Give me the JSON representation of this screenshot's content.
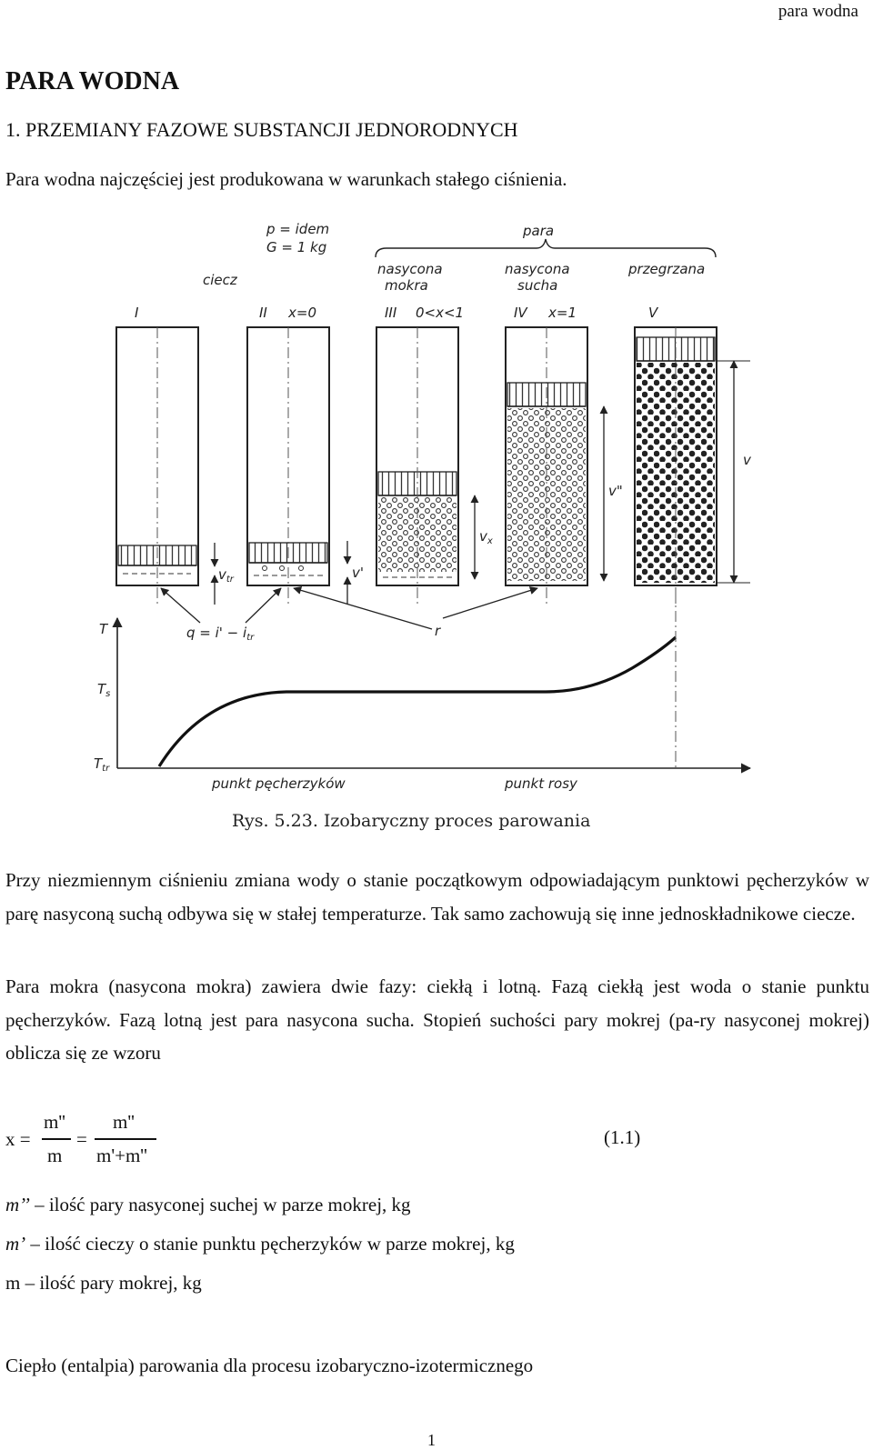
{
  "header": {
    "running_title": "para wodna"
  },
  "title": "PARA WODNA",
  "section": "1. PRZEMIANY FAZOWE SUBSTANCJI JEDNORODNYCH",
  "intro": "Para wodna najczęściej jest produkowana w warunkach stałego ciśnienia.",
  "figure": {
    "condition_p": "p = idem",
    "condition_g": "G = 1 kg",
    "label_liquid": "ciecz",
    "label_vapor": "para",
    "label_wet_1": "nasycona",
    "label_wet_2": "mokra",
    "label_dry_1": "nasycona",
    "label_dry_2": "sucha",
    "label_super": "przegrzana",
    "states": [
      {
        "roman": "I",
        "cond": ""
      },
      {
        "roman": "II",
        "cond": "x=0"
      },
      {
        "roman": "III",
        "cond": "0<x<1"
      },
      {
        "roman": "IV",
        "cond": "x=1"
      },
      {
        "roman": "V",
        "cond": ""
      }
    ],
    "vol_vtr": "v",
    "vol_vtr_sub": "tr",
    "vol_vprime": "v'",
    "vol_vx": "v",
    "vol_vx_sub": "x",
    "vol_vdd": "v\"",
    "vol_v": "v",
    "heat_q": "q = i' − i",
    "heat_q_sub": "tr",
    "heat_r": "r",
    "axis_T": "T",
    "axis_Ts": "T",
    "axis_Ts_sub": "s",
    "axis_Ttr": "T",
    "axis_Ttr_sub": "tr",
    "point_bubble": "punkt pęcherzyków",
    "point_dew": "punkt rosy",
    "caption": "Rys. 5.23. Izobaryczny proces parowania"
  },
  "para1": "Przy niezmiennym ciśnieniu zmiana wody o stanie początkowym odpowiadającym punktowi pęcherzyków w parę nasyconą suchą odbywa się w stałej temperaturze. Tak samo zachowują się inne jednoskładnikowe ciecze.",
  "para2": "Para mokra (nasycona mokra) zawiera dwie fazy: ciekłą i lotną. Fazą ciekłą jest woda o stanie punktu pęcherzyków. Fazą lotną jest para nasycona sucha. Stopień suchości pary mokrej (pa-ry nasyconej mokrej) oblicza się ze wzoru",
  "equation": {
    "lhs": "x =",
    "num1": "m''",
    "den1": "m",
    "eq2": "=",
    "num2": "m''",
    "den2": "m'+m''",
    "number": "(1.1)"
  },
  "definitions": [
    {
      "symbol": "m’’",
      "text": " – ilość pary nasyconej suchej w parze mokrej, kg"
    },
    {
      "symbol": "m’",
      "text": " – ilość cieczy o stanie punktu pęcherzyków w parze mokrej, kg"
    },
    {
      "symbol": "",
      "text": "m – ilość pary mokrej, kg"
    }
  ],
  "heat_line": "Ciepło (entalpia) parowania dla procesu izobaryczno-izotermicznego",
  "page_number": "1"
}
